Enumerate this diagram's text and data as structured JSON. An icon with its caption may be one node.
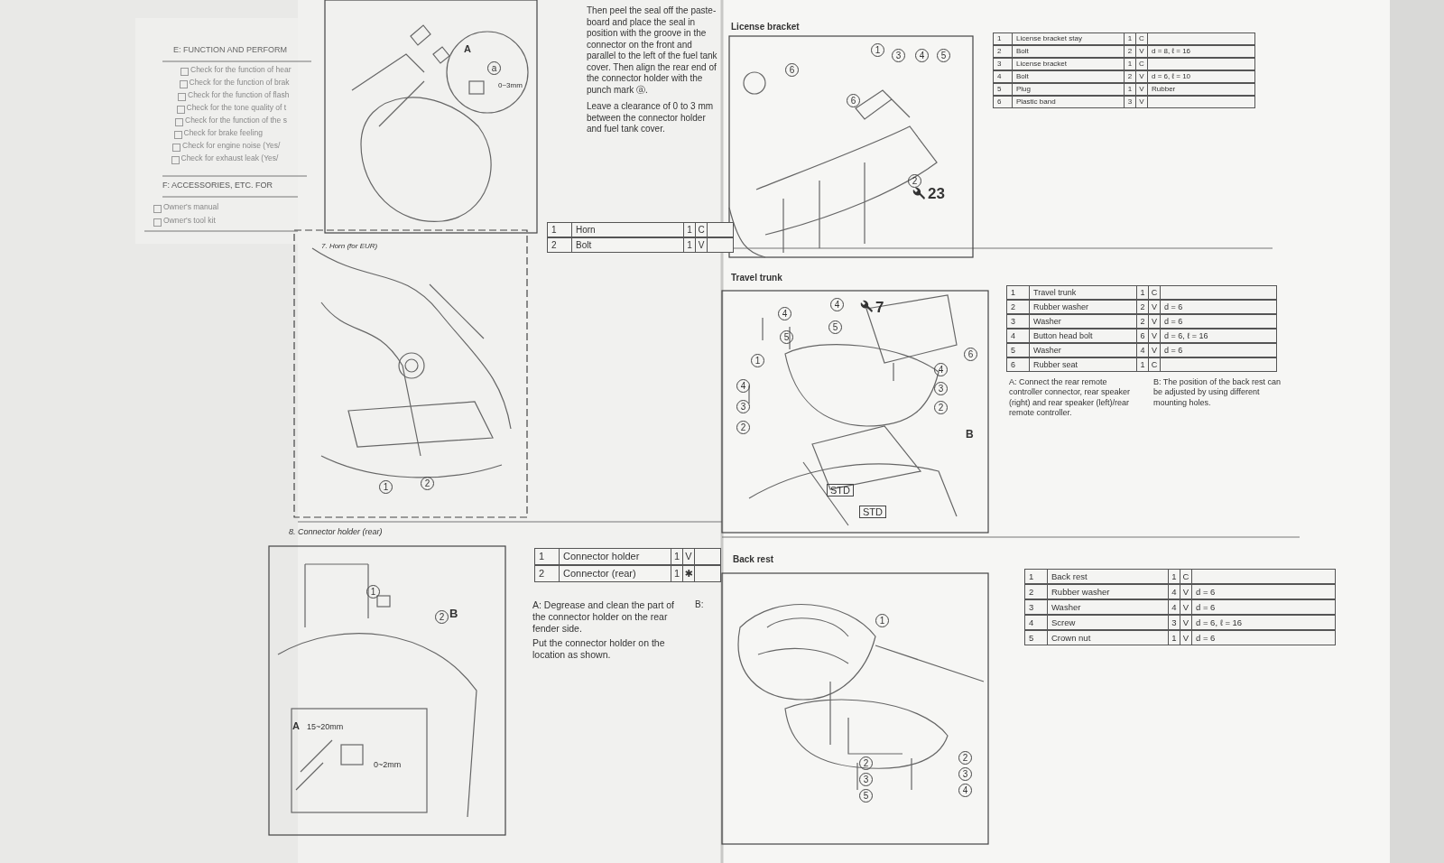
{
  "diagram": {
    "labels": [
      "E: FUNCTION AND PERFORM",
      "Check for the function of hear",
      "Check for the function of brak",
      "Check for the function of flash",
      "Check for the tone quality of t",
      "Check for the function of the s",
      "Check for brake feeling",
      "Check for engine noise (Yes/",
      "Check for exhaust leak (Yes/",
      "F: ACCESSORIES, ETC. FOR",
      "Owner's manual",
      "Owner's tool kit",
      "A",
      "a",
      "0~3mm",
      "Then peel the seal off the paste-board and place the seal in position with the groove in the connector on the front and parallel to the left of the fuel tank cover. Then align the rear end of the connector holder with the punch mark ⓐ.",
      "Leave a clearance of 0 to 3 mm between the connector holder and fuel tank cover.",
      "7. Horn (for EUR)",
      "1",
      "2",
      "1",
      "Horn",
      "1",
      "C",
      "2",
      "Bolt",
      "1",
      "V",
      "8. Connector holder (rear)",
      "1",
      "2",
      "B",
      "A",
      "15~20mm",
      "0~2mm",
      "1",
      "Connector holder",
      "1",
      "V",
      "2",
      "Connector (rear)",
      "1",
      "✱",
      "A: Degrease and clean the part of the connector holder on the rear fender side.",
      "Put the connector holder on the location as shown.",
      "B:",
      "License bracket",
      "6",
      "1",
      "3",
      "4",
      "5",
      "6",
      "2",
      "23",
      "1",
      "License bracket stay",
      "1",
      "C",
      "2",
      "Bolt",
      "2",
      "V",
      "d = 8, ℓ = 16",
      "3",
      "License bracket",
      "1",
      "C",
      "4",
      "Bolt",
      "2",
      "V",
      "d = 6, ℓ = 10",
      "5",
      "Plug",
      "1",
      "V",
      "Rubber",
      "6",
      "Plastic band",
      "3",
      "V",
      "Travel trunk",
      "4",
      "7",
      "4",
      "5",
      "5",
      "6",
      "1",
      "4",
      "4",
      "3",
      "3",
      "2",
      "2",
      "B",
      "STD",
      "STD",
      "1",
      "Travel trunk",
      "1",
      "C",
      "2",
      "Rubber washer",
      "2",
      "V",
      "d = 6",
      "3",
      "Washer",
      "2",
      "V",
      "d = 6",
      "4",
      "Button head bolt",
      "6",
      "V",
      "d = 6, ℓ = 16",
      "5",
      "Washer",
      "4",
      "V",
      "d = 6",
      "6",
      "Rubber seat",
      "1",
      "C",
      "A: Connect the rear remote controller connector, rear speaker (right) and rear speaker (left)/rear remote controller.",
      "B: The position of the back rest can be adjusted by using different mounting holes.",
      "Back rest",
      "1",
      "2",
      "3",
      "5",
      "2",
      "3",
      "4",
      "1",
      "Back rest",
      "1",
      "C",
      "2",
      "Rubber washer",
      "4",
      "V",
      "d = 6",
      "3",
      "Washer",
      "4",
      "V",
      "d = 6",
      "4",
      "Screw",
      "3",
      "V",
      "d = 6, ℓ = 16",
      "5",
      "Crown nut",
      "1",
      "V",
      "d = 6"
    ]
  }
}
